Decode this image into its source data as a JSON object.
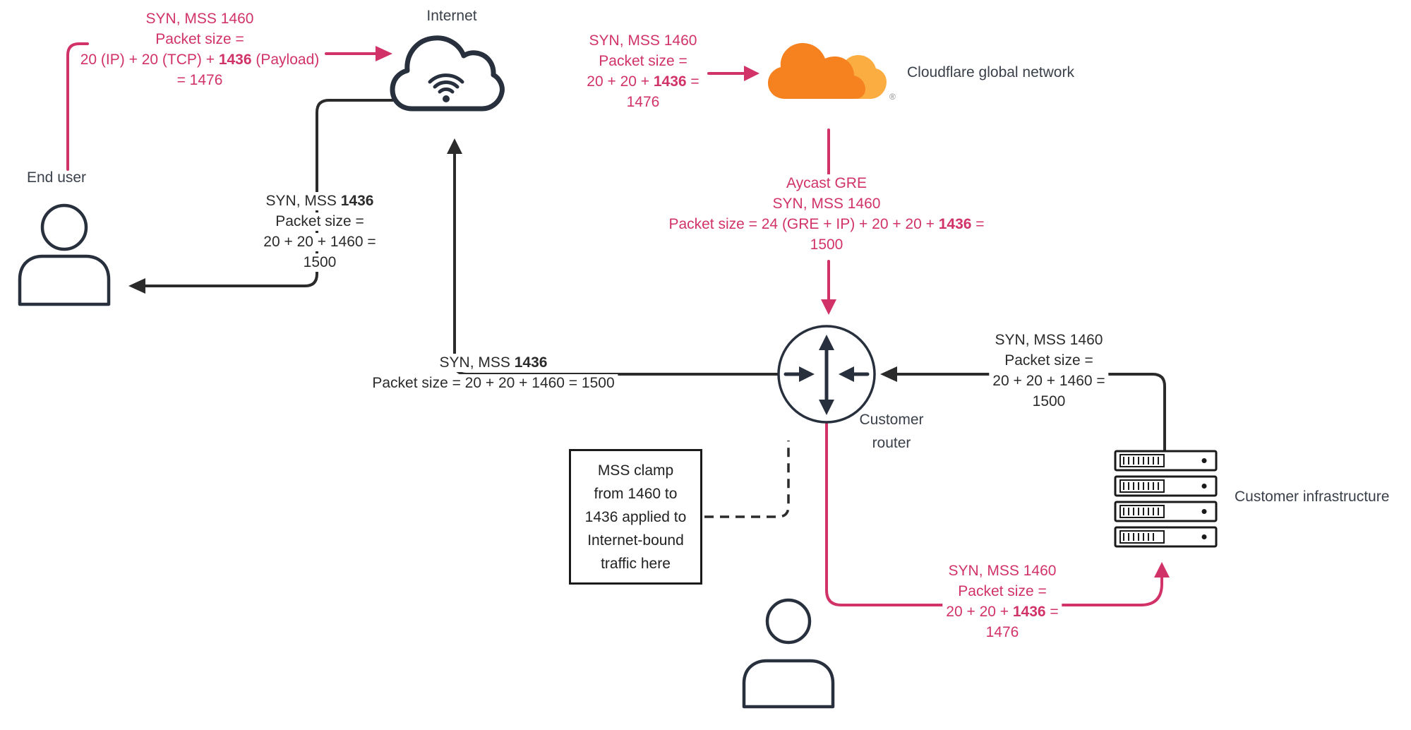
{
  "colors": {
    "pink": "#d13368",
    "ink": "#28303e",
    "line": "#2b2b2b",
    "orange": "#f6821f",
    "orange-light": "#fbad41"
  },
  "nodes": {
    "internet": {
      "label": "Internet"
    },
    "cloudflare": {
      "label": "Cloudflare global network",
      "registered": "®"
    },
    "end_user": {
      "label": "End user"
    },
    "router": {
      "label_line1": "Customer",
      "label_line2": "router"
    },
    "infrastructure": {
      "label": "Customer infrastructure"
    }
  },
  "flows": {
    "user_to_internet": {
      "lines": [
        "SYN, MSS 1460",
        "Packet size =",
        "20 (IP) + 20 (TCP) + **1436** (Payload)",
        "= 1476"
      ]
    },
    "internet_to_cloudflare": {
      "lines": [
        "SYN, MSS 1460",
        "Packet size =",
        "20 + 20 + **1436** =",
        "1476"
      ]
    },
    "cloudflare_to_router": {
      "lines": [
        "Aycast GRE",
        "SYN, MSS 1460",
        "Packet size = 24 (GRE + IP) + 20 + 20 + **1436** =",
        "1500"
      ]
    },
    "internet_to_user": {
      "lines": [
        "SYN, MSS **1436**",
        "Packet size =",
        "20 + 20 + 1460 =",
        "1500"
      ]
    },
    "router_to_internet": {
      "lines": [
        "SYN, MSS **1436**",
        "Packet size = 20 + 20 + 1460 = 1500"
      ]
    },
    "infra_to_router": {
      "lines": [
        "SYN, MSS 1460",
        "Packet size =",
        "20 + 20 + 1460 =",
        "1500"
      ]
    },
    "router_to_infra": {
      "lines": [
        "SYN, MSS 1460",
        "Packet size =",
        "20 + 20 + **1436** =",
        "1476"
      ]
    },
    "mss_clamp_note": {
      "lines": [
        "MSS clamp",
        "from 1460 to",
        "1436 applied to",
        "Internet-bound",
        "traffic here"
      ]
    }
  }
}
